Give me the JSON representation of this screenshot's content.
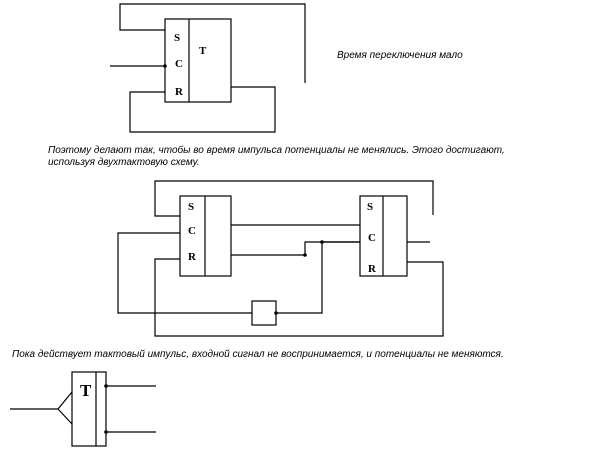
{
  "diagram1": {
    "labels": {
      "s": "S",
      "c": "C",
      "r": "R",
      "t": "T"
    },
    "note": "Время переключения мало"
  },
  "paragraph1": {
    "line1": "Поэтому делают так, чтобы во время импульса потенциалы не менялись. Этого достигают,",
    "line2": "используя двухтактовую схему."
  },
  "diagram2": {
    "ff1": {
      "s": "S",
      "c": "C",
      "r": "R"
    },
    "ff2": {
      "s": "S",
      "c": "C",
      "r": "R"
    }
  },
  "paragraph2": {
    "text": "Пока действует тактовый импульс, входной сигнал не воспринимается, и потенциалы не меняются."
  },
  "diagram3": {
    "label": "T"
  }
}
